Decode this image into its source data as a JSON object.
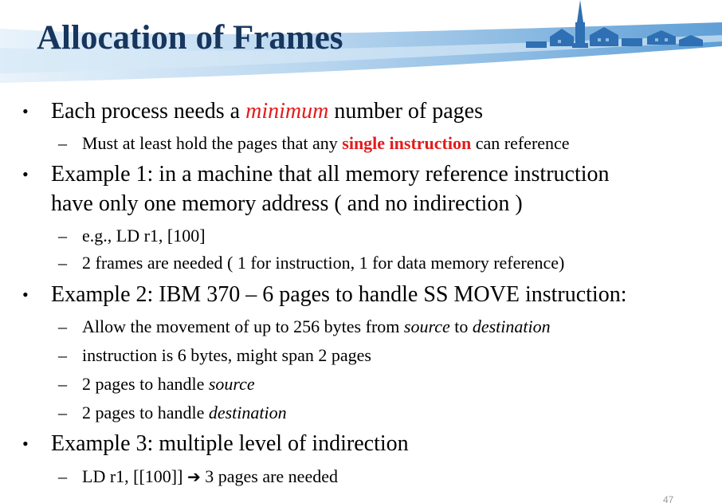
{
  "title": "Allocation of Frames",
  "bullets": [
    {
      "before": "Each process needs a ",
      "emph": "minimum",
      "after": " number of pages",
      "subs": [
        {
          "before": "Must at least hold the pages that any ",
          "emph": "single instruction",
          "after": " can reference"
        }
      ]
    },
    {
      "line1": "Example 1: in a machine that all memory reference instruction",
      "line2": "have only one memory address ( and no indirection )",
      "subs": [
        {
          "text": "e.g., LD r1, [100]"
        },
        {
          "text": "2 frames are needed ( 1 for instruction, 1 for data memory reference)"
        }
      ]
    },
    {
      "text": "Example 2:  IBM 370 – 6 pages to handle SS MOVE instruction:",
      "subs": [
        {
          "before": "Allow the movement of up to 256 bytes from ",
          "emph1": "source",
          "mid": " to ",
          "emph2": "destination"
        },
        {
          "text": "instruction is 6 bytes, might span 2 pages"
        },
        {
          "before": "2 pages to handle ",
          "emph": "source"
        },
        {
          "before": "2 pages to handle ",
          "emph": "destination"
        }
      ]
    },
    {
      "text": "Example 3: multiple level of indirection",
      "subs": [
        {
          "before": "LD r1, [[100]] ",
          "arrow": "➔",
          "after": " 3 pages are needed"
        }
      ]
    }
  ],
  "bullet_char": "•",
  "dash_char": "–",
  "page_number": "47",
  "colors": {
    "title": "#17365d",
    "emphasis": "#e31b1b",
    "header_blue": "#7fb2de"
  }
}
